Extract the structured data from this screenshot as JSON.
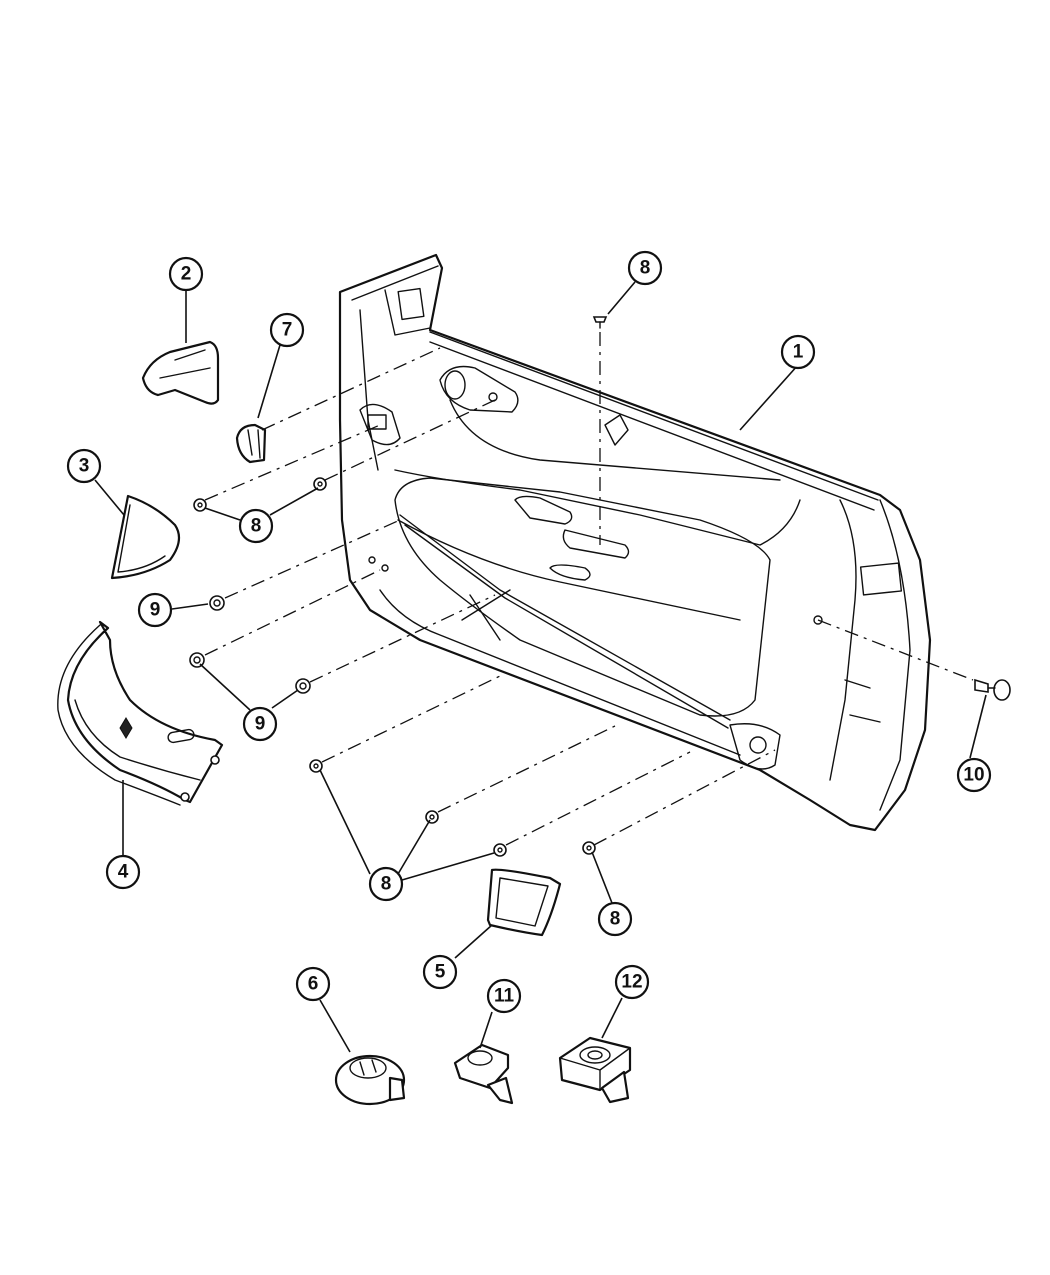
{
  "callouts": {
    "c1": "1",
    "c2": "2",
    "c3": "3",
    "c4": "4",
    "c5": "5",
    "c6": "6",
    "c7": "7",
    "c8_top": "8",
    "c8_left": "8",
    "c8_bottom": "8",
    "c8_right": "8",
    "c9_top": "9",
    "c9_bottom": "9",
    "c10": "10",
    "c11": "11",
    "c12": "12"
  }
}
